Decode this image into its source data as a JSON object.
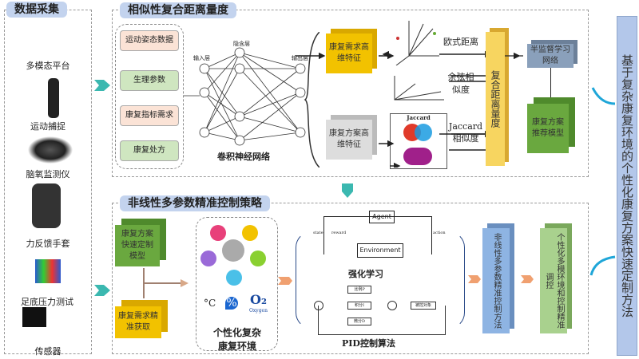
{
  "sections": {
    "data_collection": "数据采集",
    "similarity": "相似性复合距离量度",
    "control": "非线性多参数精准控制策略"
  },
  "devices": [
    "多模态平台",
    "运动捕捉",
    "脑氧监测仪",
    "力反馈手套",
    "足底压力测试",
    "传感器"
  ],
  "inputs": [
    "运动姿态数据",
    "生理参数",
    "康复指标需求",
    "康复处方"
  ],
  "nn": {
    "title": "卷积神经网络",
    "input_layer": "输入层",
    "hidden_layer": "隐含层",
    "output_layer": "输出层"
  },
  "features": {
    "demand": "康复需求高维特征",
    "plan": "康复方案高维特征"
  },
  "metrics": {
    "euclid": "欧式距离",
    "cosine": "余弦相似度",
    "jaccard": "Jaccard相似度",
    "jaccard_title": "Jaccard"
  },
  "composite": "复合距离量度",
  "semi": "半监督学习网络",
  "recommend": "康复方案推荐模型",
  "custom_model": "康复方案快速定制模型",
  "demand_acq": "康复需求精准获取",
  "env": {
    "title": "个性化复杂康复环境",
    "temp": "°C",
    "humidity": "%",
    "oxygen": "O₂",
    "oxygen_label": "Oxygen"
  },
  "rl": {
    "title": "强化学习",
    "agent": "Agent",
    "environment": "Environment",
    "state": "state",
    "reward": "reward",
    "action": "action"
  },
  "pid": {
    "title": "PID控制算法",
    "p": "比例P",
    "i": "积分I",
    "d": "微分D",
    "plant": "被控对象"
  },
  "method": "非线性多参数精准控制方法",
  "regulate": "个性化多模环境和控制精准调控",
  "result": "基于复杂康复环境的个性化康复方案快速定制方法",
  "colors": {
    "section": "#c3d3ee",
    "teal": "#3bb8b0",
    "yellow": "#f2c200",
    "green": "#6aa83f",
    "blue": "#8eb4e3"
  }
}
